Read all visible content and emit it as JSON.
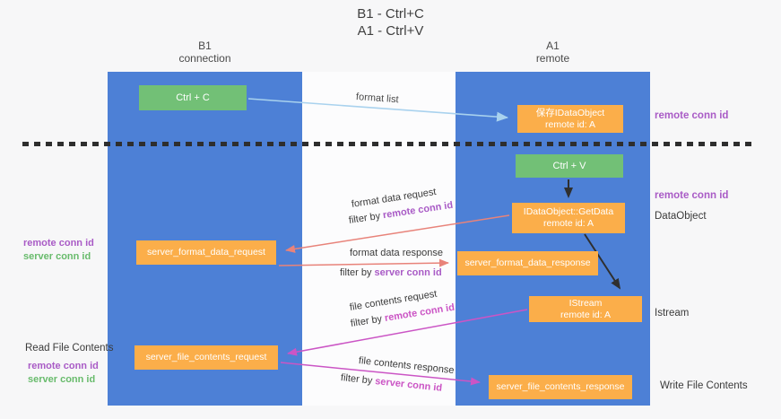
{
  "title": {
    "line1": "B1 - Ctrl+C",
    "line2": "A1 - Ctrl+V"
  },
  "columns": {
    "left": {
      "header_line1": "B1",
      "header_line2": "connection"
    },
    "right": {
      "header_line1": "A1",
      "header_line2": "remote"
    }
  },
  "nodes": {
    "ctrl_c": "Ctrl + C",
    "ctrl_v": "Ctrl + V",
    "saved_idataobject": {
      "line1": "保存IDataObject",
      "line2": "remote id: A"
    },
    "getdata": {
      "line1": "IDataObject::GetData",
      "line2": "remote id: A"
    },
    "istream": {
      "line1": "IStream",
      "line2": "remote id: A"
    },
    "server_format_data_request": "server_format_data_request",
    "server_format_data_response": "server_format_data_response",
    "server_file_contents_request": "server_file_contents_request",
    "server_file_contents_response": "server_file_contents_response"
  },
  "edge_labels": {
    "format_list": "format list",
    "format_data_request": "format data request",
    "format_data_response": "format data response",
    "file_contents_request": "file contents request",
    "file_contents_response": "file contents response",
    "filter_by": "filter by",
    "remote_conn_id": "remote conn id",
    "server_conn_id": "server conn id"
  },
  "side_labels": {
    "remote_conn_id": "remote conn id",
    "server_conn_id": "server conn id",
    "dataobject": "DataObject",
    "istream": "Istream",
    "read_file_contents": "Read File Contents",
    "write_file_contents": "Write File Contents"
  },
  "colors": {
    "blue_column": "#4d80d6",
    "green_box": "#72c076",
    "orange_box": "#fbae4a",
    "arrow_lightblue": "#a9d2ee",
    "arrow_black": "#2f2f2f",
    "arrow_red": "#e8837a",
    "arrow_magenta": "#cb55c5",
    "label_purple": "#a95bc6",
    "label_green": "#68bb6c",
    "dash": "#2e2e2e",
    "bg": "#f7f7f8",
    "band": "#fcfcfd"
  }
}
